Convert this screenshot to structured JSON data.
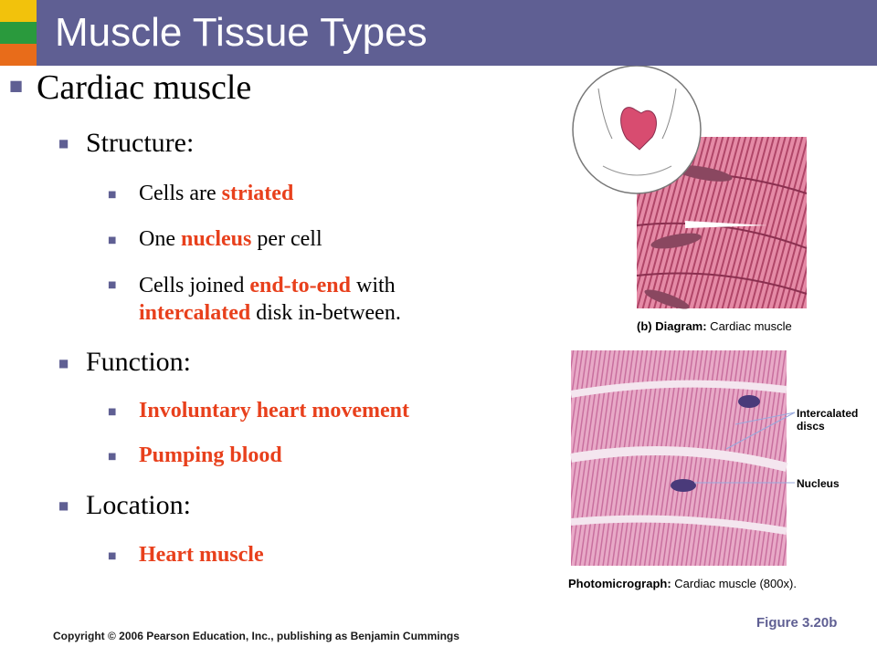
{
  "slide": {
    "title": "Muscle Tissue Types",
    "colors": {
      "title_bar": "#5f5f93",
      "accent_red": "#e8401c",
      "squares": [
        "#f2c20c",
        "#2a9a3d",
        "#e86c1a"
      ]
    }
  },
  "content": {
    "heading": "Cardiac muscle",
    "structure": {
      "label": "Structure:",
      "items": [
        {
          "pre": "Cells are ",
          "hl": "striated"
        },
        {
          "pre": "One ",
          "hl": "nucleus",
          "post": " per cell"
        },
        {
          "pre": "Cells joined ",
          "hl": "end-to-end",
          "post": " with",
          "hl2": "intercalated",
          "post2": " disk in-between."
        }
      ]
    },
    "function": {
      "label": "Function:",
      "items": [
        "Involuntary heart movement",
        "Pumping blood"
      ]
    },
    "location": {
      "label": "Location:",
      "items": [
        "Heart muscle"
      ]
    }
  },
  "figure": {
    "diagram_caption_bold": "(b) Diagram:",
    "diagram_caption": " Cardiac muscle",
    "photo_caption_bold": "Photomicrograph:",
    "photo_caption": " Cardiac muscle (800x).",
    "labels": {
      "intercalated": "Intercalated discs",
      "nucleus": "Nucleus"
    },
    "figure_ref": "Figure 3.20b"
  },
  "footer": {
    "copyright": "Copyright © 2006 Pearson Education, Inc., publishing as Benjamin Cummings"
  }
}
